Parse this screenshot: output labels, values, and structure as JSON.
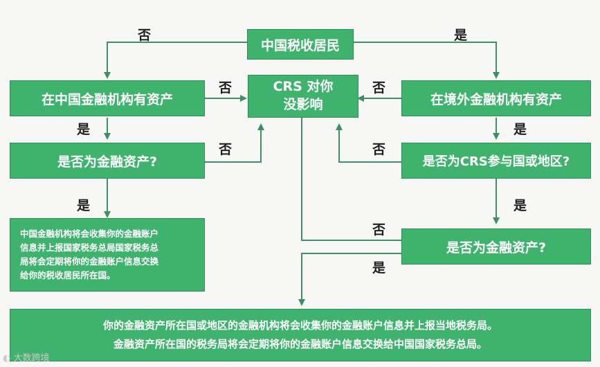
{
  "nodes": {
    "china_resident": "中国税收居民",
    "crs_no_effect_1": "CRS 对你",
    "crs_no_effect_2": "没影响",
    "china_assets": "在中国金融机构有资产",
    "overseas_assets": "在境外金融机构有资产",
    "left_is_financial": "是否为金融资产?",
    "crs_participant": "是否为CRS参与国或地区?",
    "right_is_financial": "是否为金融资产?",
    "left_note": [
      "中国金融机构将会收集你的金融账户",
      "信息并上报国家税务总局国家税务总",
      "局将会定期将你的金融账户信息交换",
      "给你的税收居民所在国。"
    ],
    "bottom_line1": "你的金融资产所在国或地区的金融机构将会收集你的金融账户信息并上报当地税务局。",
    "bottom_line2": "金融资产所在国的税务局将会定期将你的金融账户信息交换给中国国家税务总局。"
  },
  "labels": {
    "no_top": "否",
    "yes_top": "是",
    "no_left_crs": "否",
    "no_right_crs": "否",
    "yes_left_1": "是",
    "yes_right_1": "是",
    "no_left_fin": "否",
    "no_right_crs2": "否",
    "yes_left_2": "是",
    "yes_right_2": "是",
    "no_right_fin": "否",
    "yes_right_fin": "是"
  },
  "watermark": "大数跨境",
  "colors": {
    "box_fill": "#3fb36d",
    "box_border": "#2e8f55",
    "line": "#3f8f64"
  }
}
